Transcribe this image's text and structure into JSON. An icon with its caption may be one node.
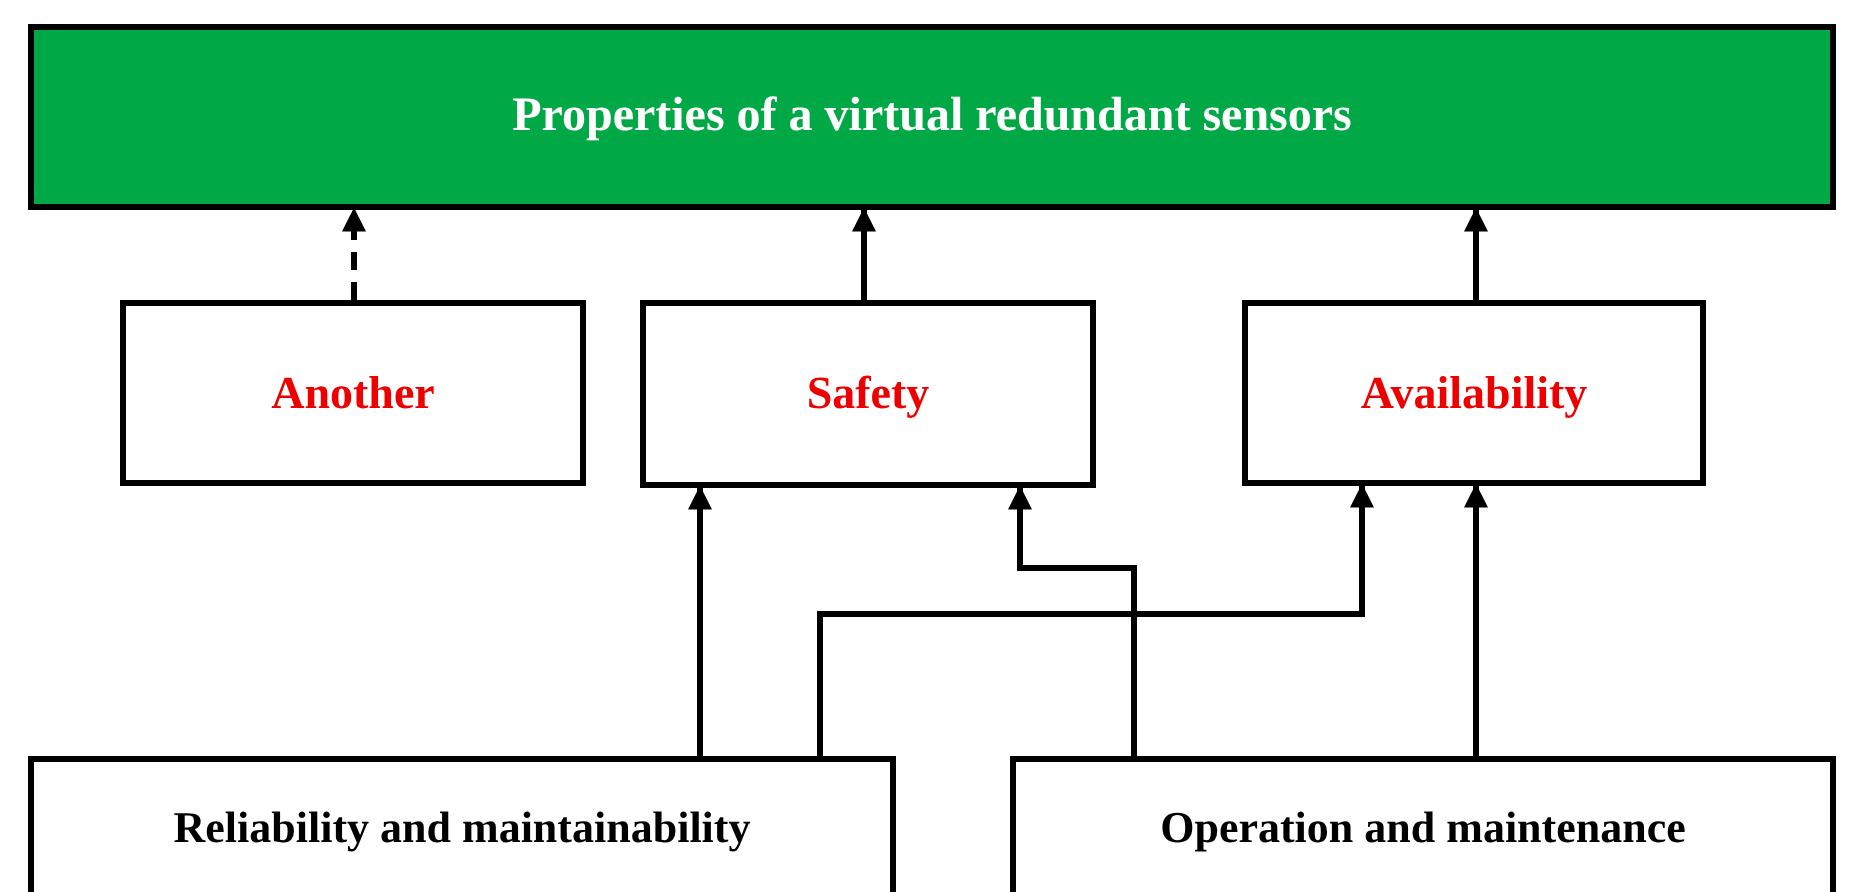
{
  "diagram": {
    "nodes": [
      {
        "text": [
          "Properties of a virtual redundant sensors"
        ]
      },
      {
        "text": [
          "Another"
        ]
      },
      {
        "text": [
          "Safety"
        ]
      },
      {
        "text": [
          "Availability"
        ]
      },
      {
        "text": [
          "Reliability and maintainability"
        ]
      },
      {
        "text": [
          "Operation and maintenance"
        ]
      }
    ],
    "edges": [
      {
        "from": 1,
        "to": 0,
        "arrow": "to",
        "style": "dashed"
      },
      {
        "from": 2,
        "to": 0,
        "arrow": "to"
      },
      {
        "from": 3,
        "to": 0,
        "arrow": "to"
      },
      {
        "from": 4,
        "to": 2,
        "arrow": "to"
      },
      {
        "from": 4,
        "to": 3,
        "arrow": "to"
      },
      {
        "from": 5,
        "to": 2,
        "arrow": "to"
      },
      {
        "from": 5,
        "to": 3,
        "arrow": "to"
      }
    ]
  }
}
